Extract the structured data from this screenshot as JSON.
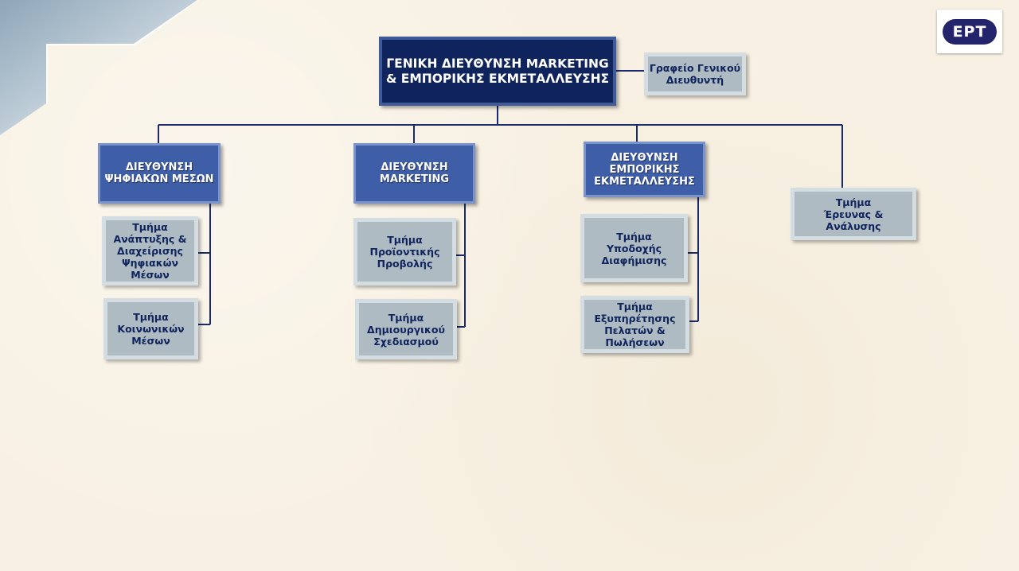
{
  "logo": {
    "text": "ΕΡΤ"
  },
  "top": {
    "label": "ΓΕΝΙΚΗ ΔΙΕΥΘΥΝΣΗ MARKETING\n& ΕΜΠΟΡΙΚΗΣ ΕΚΜΕΤΑΛΛΕΥΣΗΣ"
  },
  "office": {
    "label": "Γραφείο Γενικού\nΔιευθυντή"
  },
  "directorates": [
    {
      "label": "ΔΙΕΥΘΥΝΣΗ\nΨΗΦΙΑΚΩΝ ΜΕΣΩΝ",
      "departments": [
        {
          "label": "Τμήμα\nΑνάπτυξης &\nΔιαχείρισης\nΨηφιακών\nΜέσων"
        },
        {
          "label": "Τμήμα\nΚοινωνικών\nΜέσων"
        }
      ]
    },
    {
      "label": "ΔΙΕΥΘΥΝΣΗ\nMARKETING",
      "departments": [
        {
          "label": "Τμήμα\nΠροϊοντικής\nΠροβολής"
        },
        {
          "label": "Τμήμα\nΔημιουργικού\nΣχεδιασμού"
        }
      ]
    },
    {
      "label": "ΔΙΕΥΘΥΝΣΗ\nΕΜΠΟΡΙΚΗΣ\nΕΚΜΕΤΑΛΛΕΥΣΗΣ",
      "departments": [
        {
          "label": "Τμήμα\nΥποδοχής\nΔιαφήμισης"
        },
        {
          "label": "Τμήμα\nΕξυπηρέτησης\nΠελατών &\nΠωλήσεων"
        }
      ]
    }
  ],
  "research": {
    "label": "Τμήμα\nΈρευνας & Ανάλυσης"
  },
  "colors": {
    "top_fill": "#0f235c",
    "directorate_fill": "#3f5ea8",
    "department_fill": "#aebbc2",
    "connector": "#1b2a6b",
    "background": "#f8f1e3"
  }
}
